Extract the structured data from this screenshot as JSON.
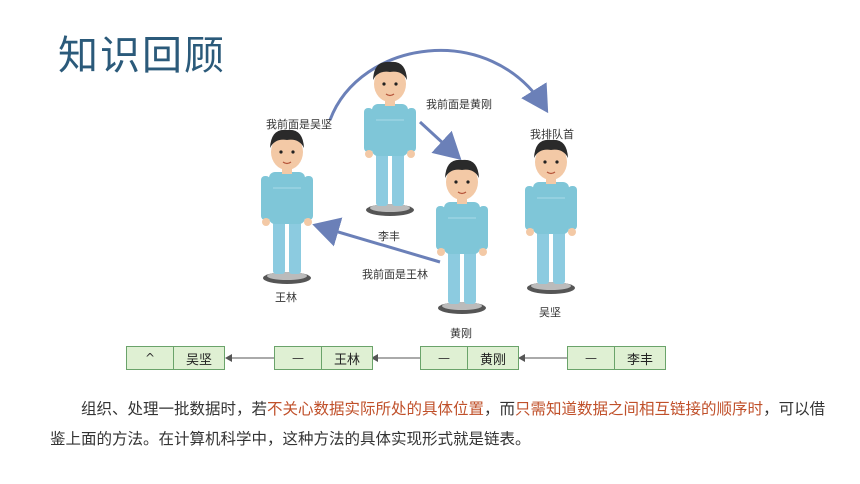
{
  "title": "知识回顾",
  "people": [
    {
      "name": "王林",
      "speech": "我前面是吴坚"
    },
    {
      "name": "李丰",
      "speech": ""
    },
    {
      "name": "黄刚",
      "speech": "我前面是黄刚"
    },
    {
      "name": "吴坚",
      "speech": "我排队首"
    }
  ],
  "extra_speech": "我前面是王林",
  "linked_list": [
    {
      "ptr": "^",
      "value": "吴坚"
    },
    {
      "ptr": "—",
      "value": "王林"
    },
    {
      "ptr": "—",
      "value": "黄刚"
    },
    {
      "ptr": "—",
      "value": "李丰"
    }
  ],
  "paragraph": {
    "p1": "组织、处理一批数据时，若",
    "h1": "不关心数据实际所处的具体位置",
    "p2": "，而",
    "h2": "只需知道数据之间相互链接的顺序时",
    "p3": "，可以借鉴上面的方法。在计算机科学中，这种方法的具体实现形式就是链表。"
  },
  "colors": {
    "title": "#2b5a7a",
    "highlight": "#c0502a",
    "arrow": "#6b80b8",
    "shirt": "#7fc6d8",
    "node_fill": "#dff0d3"
  }
}
